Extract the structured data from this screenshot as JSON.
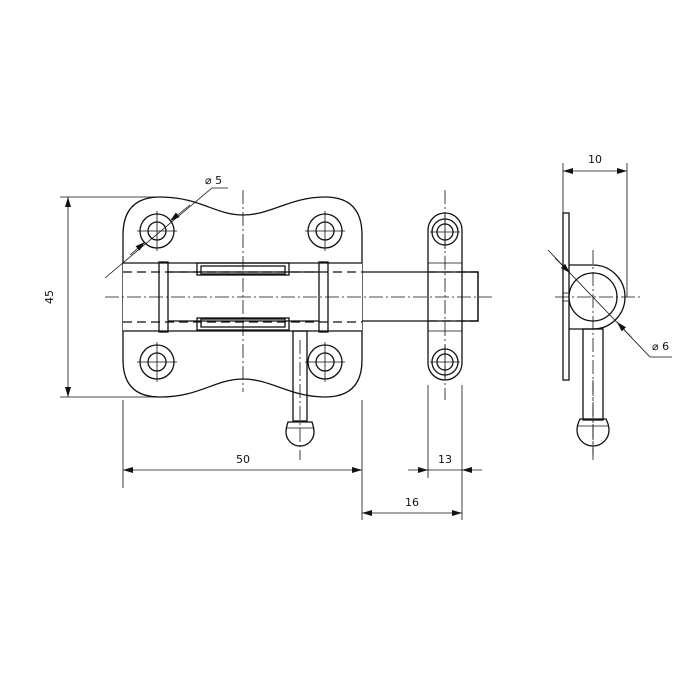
{
  "drawing": {
    "dimensions": {
      "height": "45",
      "width": "50",
      "keeper_width": "13",
      "keeper_offset": "16",
      "side_depth": "10",
      "hole_diameter": "⌀ 5",
      "bolt_diameter": "⌀ 6"
    }
  }
}
